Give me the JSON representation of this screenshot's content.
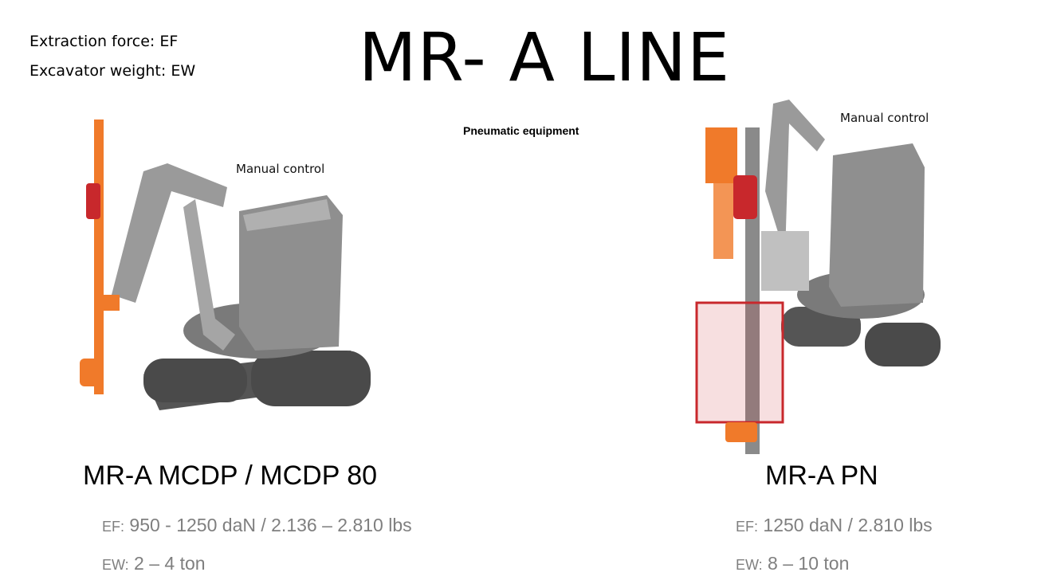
{
  "legend": {
    "ef": "Extraction force: EF",
    "ew": "Excavator weight: EW"
  },
  "title": "MR- A LINE",
  "subtitle": "Pneumatic equipment",
  "left": {
    "control": "Manual control",
    "model": "MR-A MCDP / MCDP 80",
    "ef_prefix": "EF:",
    "ef": " 950 - 1250 daN / 2.136 – 2.810 lbs",
    "ew_prefix": "EW:",
    "ew": " 2 – 4 ton"
  },
  "right": {
    "control": "Manual control",
    "model": "MR-A PN",
    "ef_prefix": "EF:",
    "ef": " 1250 daN / 2.810 lbs",
    "ew_prefix": "EW:",
    "ew": " 8 – 10 ton"
  },
  "colors": {
    "orange": "#f07a2a",
    "red": "#c8282c",
    "gray": "#8a8a8a"
  }
}
